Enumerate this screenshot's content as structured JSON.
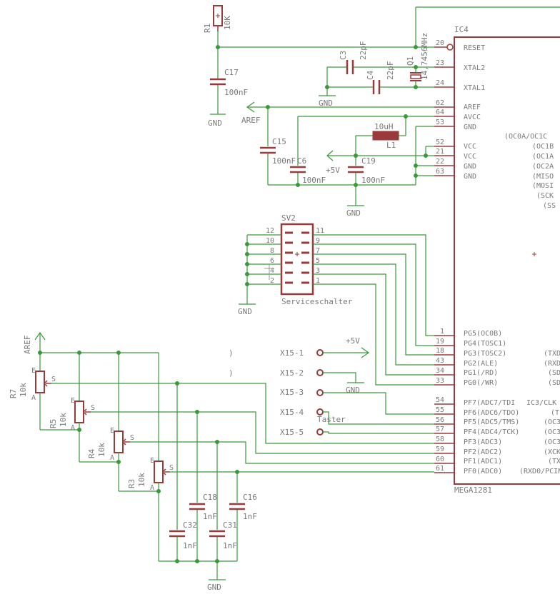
{
  "ic": {
    "name": "IC4",
    "value": "MEGA1281",
    "pins_left": [
      {
        "num": "20",
        "name": "RESET"
      },
      {
        "num": "23",
        "name": "XTAL2"
      },
      {
        "num": "24",
        "name": "XTAL1"
      },
      {
        "num": "62",
        "name": "AREF"
      },
      {
        "num": "64",
        "name": "AVCC"
      },
      {
        "num": "53",
        "name": "GND"
      },
      {
        "num": "52",
        "name": "VCC"
      },
      {
        "num": "21",
        "name": "VCC"
      },
      {
        "num": "22",
        "name": "GND"
      },
      {
        "num": "63",
        "name": "GND"
      },
      {
        "num": "1",
        "name": "PG5(OC0B)"
      },
      {
        "num": "19",
        "name": "PG4(TOSC1)"
      },
      {
        "num": "18",
        "name": "PG3(TOSC2)"
      },
      {
        "num": "43",
        "name": "PG2(ALE)"
      },
      {
        "num": "34",
        "name": "PG1(/RD)"
      },
      {
        "num": "33",
        "name": "PG0(/WR)"
      },
      {
        "num": "54",
        "name": "PF7(ADC7/TDI"
      },
      {
        "num": "55",
        "name": "PF6(ADC6/TDO)"
      },
      {
        "num": "56",
        "name": "PF5(ADC5/TMS)"
      },
      {
        "num": "57",
        "name": "PF4(ADC4/TCK)"
      },
      {
        "num": "58",
        "name": "PF3(ADC3)"
      },
      {
        "num": "59",
        "name": "PF2(ADC2)"
      },
      {
        "num": "60",
        "name": "PF1(ADC1)"
      },
      {
        "num": "61",
        "name": "PF0(ADC0)"
      }
    ],
    "right_labels": [
      "(OC0A/OC1C",
      "(OC1B",
      "(OC1A",
      "(OC2A",
      "(MISO",
      "(MOSI",
      "(SCK",
      "(SS"
    ],
    "right_labels_lower": [
      "(TXD",
      "(RXD",
      "(SD",
      "(SD"
    ],
    "right_labels_pf": [
      "IC3/CLK",
      "(T",
      "(OC3",
      "(OC3",
      "(OC3",
      "(XCK",
      "(TX",
      "(RXD0/PCIN"
    ]
  },
  "components": {
    "r1": {
      "name": "R1",
      "value": "10K"
    },
    "c17": {
      "name": "C17",
      "value": "100nF"
    },
    "c3": {
      "name": "C3",
      "value": "22pF"
    },
    "c4": {
      "name": "C4",
      "value": "22pF"
    },
    "q1": {
      "name": "Q1",
      "value": "14,7456MHz"
    },
    "c15": {
      "name": "C15",
      "value": "100nF"
    },
    "c6": {
      "name": "C6",
      "value": "100nF"
    },
    "c19": {
      "name": "C19",
      "value": "100nF"
    },
    "l1": {
      "name": "L1",
      "value": "10uH"
    },
    "sv2": {
      "name": "SV2",
      "value": "Serviceschalter",
      "pins": [
        "12",
        "11",
        "10",
        "9",
        "8",
        "7",
        "6",
        "5",
        "4",
        "3",
        "2",
        "1"
      ]
    },
    "r7": {
      "name": "R7",
      "value": "10k"
    },
    "r5": {
      "name": "R5",
      "value": "10k"
    },
    "r4": {
      "name": "R4",
      "value": "10k"
    },
    "r3": {
      "name": "R3",
      "value": "10k"
    },
    "pot_labels": {
      "e": "E",
      "a": "A",
      "s": "S"
    },
    "c18": {
      "name": "C18",
      "value": "1nF"
    },
    "c16": {
      "name": "C16",
      "value": "1nF"
    },
    "c32": {
      "name": "C32",
      "value": "1nF"
    },
    "c31": {
      "name": "C31",
      "value": "1nF"
    }
  },
  "connector": {
    "pins": [
      "X15-1",
      "X15-2",
      "X15-3",
      "X15-4",
      "X15-5"
    ],
    "taster": "Taster"
  },
  "nets": {
    "gnd": "GND",
    "vcc": "+5V",
    "aref": "AREF"
  }
}
